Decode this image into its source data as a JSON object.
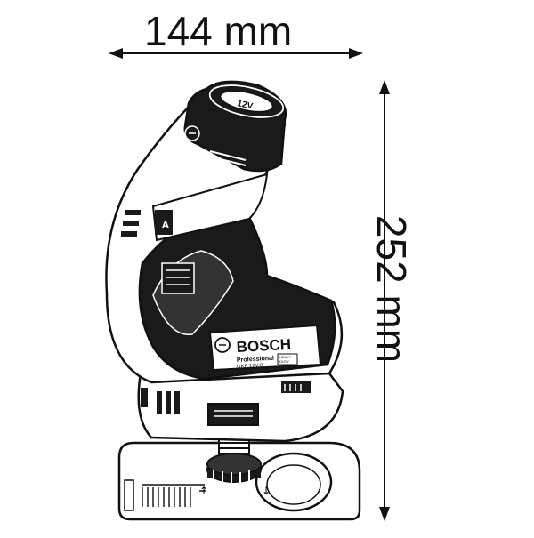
{
  "dimensions": {
    "width_label": "144 mm",
    "height_label": "252 mm"
  },
  "tool": {
    "brand": "BOSCH",
    "line": "Professional",
    "model": "GKF 12V-8",
    "badge_top": "HEAVY",
    "badge_bottom": "DUTY",
    "battery_label": "12V"
  },
  "colors": {
    "outline": "#111111",
    "body_dark": "#1a1a1a",
    "body_light": "#ffffff"
  }
}
